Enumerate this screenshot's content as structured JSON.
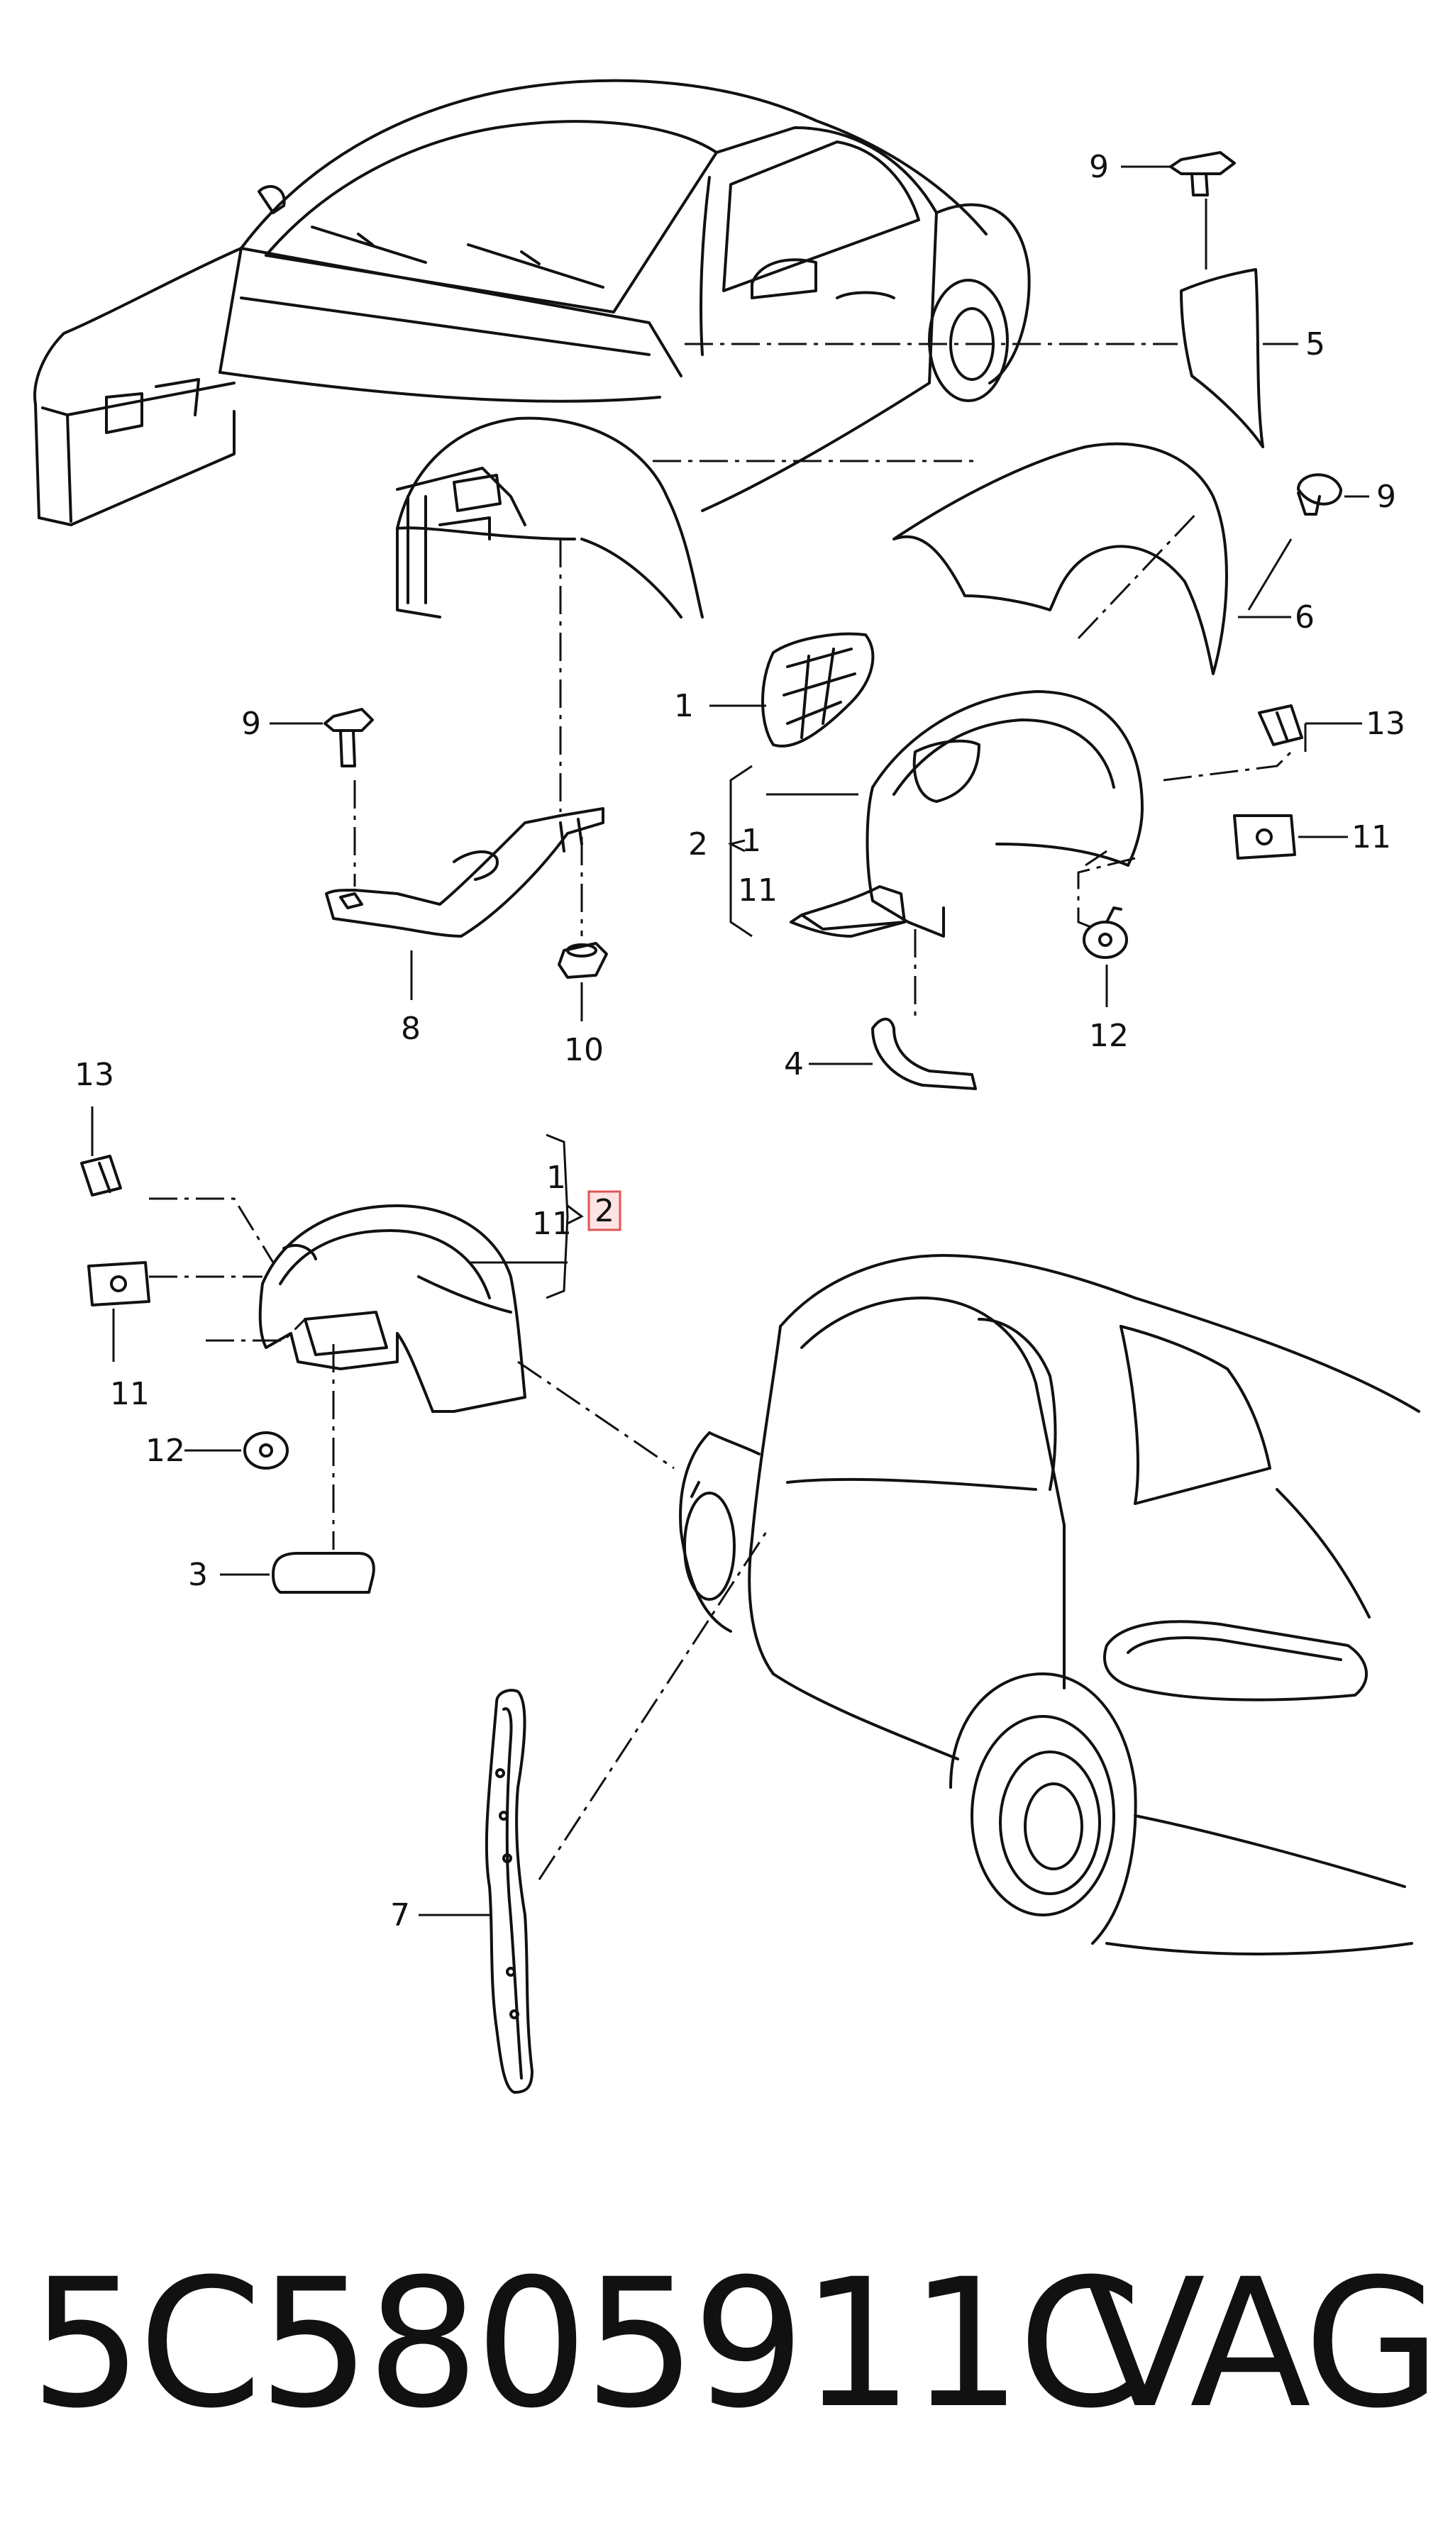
{
  "figure": {
    "callouts": {
      "c1_upper": "1",
      "c1_sub_upper": "1",
      "c1_lower": "1",
      "c2_upper": "2",
      "c2_lower": "2",
      "c3": "3",
      "c4": "4",
      "c5": "5",
      "c6": "6",
      "c7": "7",
      "c8": "8",
      "c9_top": "9",
      "c9_right": "9",
      "c9_mid": "9",
      "c10": "10",
      "c11_sub_upper": "11",
      "c11_right": "11",
      "c11_lower": "11",
      "c11_left": "11",
      "c12_right": "12",
      "c12_left": "12",
      "c13_right": "13",
      "c13_left": "13"
    },
    "highlighted_callout": "c2_lower",
    "highlight_color": "#e05555"
  },
  "caption": {
    "part_number": "5C5805911C",
    "brand": "VAG"
  }
}
